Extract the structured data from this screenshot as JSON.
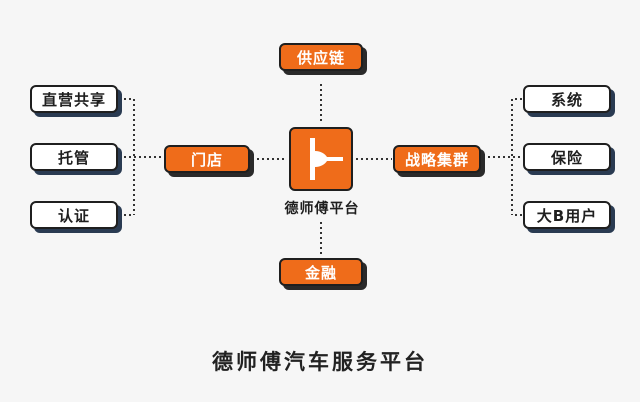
{
  "diagram": {
    "center_label": "德师傅平台",
    "top": "供应链",
    "bottom": "金融",
    "left_hub": "门店",
    "right_hub": "战略集群",
    "left_items": [
      "直营共享",
      "托管",
      "认证"
    ],
    "right_items": [
      "系统",
      "保险",
      "大B用户"
    ],
    "footer_title": "德师傅汽车服务平台"
  },
  "colors": {
    "accent": "#ef6c1a",
    "outline": "#1f1f1f",
    "shadow": "#2a3b52",
    "background": "#f6f6f6"
  }
}
